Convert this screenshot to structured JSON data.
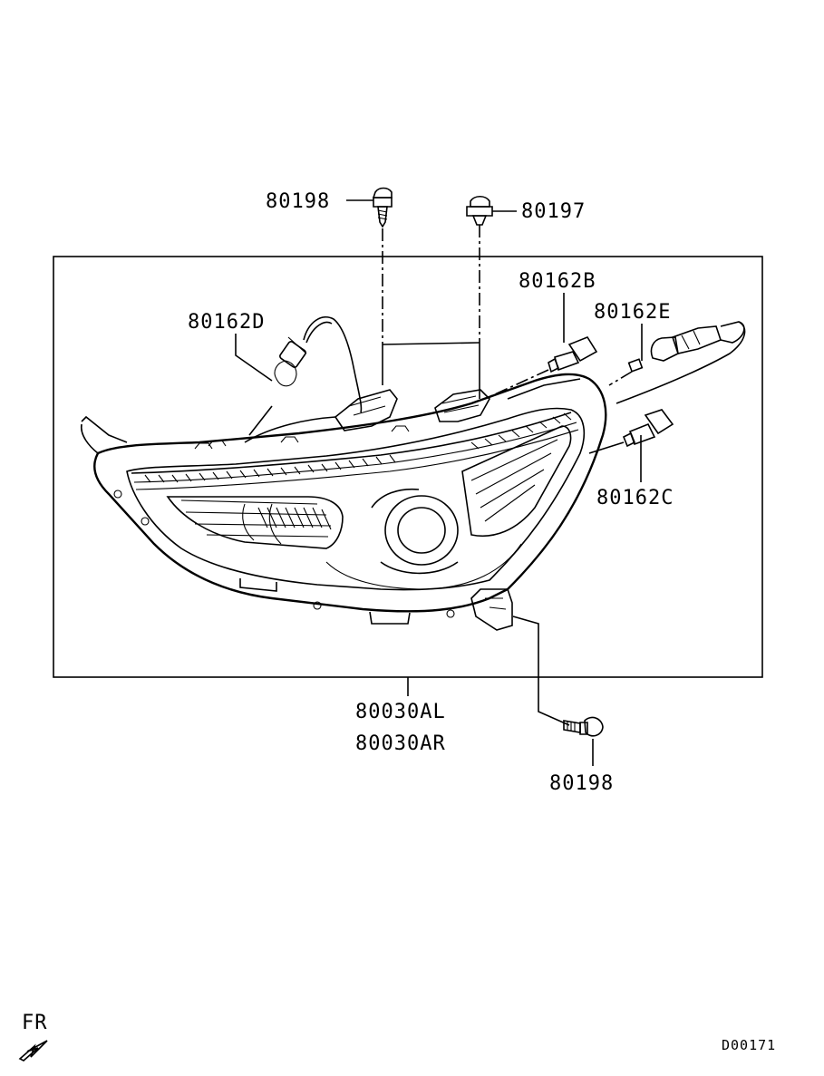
{
  "diagram": {
    "labels": {
      "bolt_top": "80198",
      "clip_top": "80197",
      "bulb_b": "80162B",
      "bulb_d": "80162D",
      "bulb_e": "80162E",
      "bulb_c": "80162C",
      "assembly_left": "80030AL",
      "assembly_right": "80030AR",
      "bolt_bottom": "80198"
    },
    "direction_marker": "FR",
    "drawing_code": "D00171"
  }
}
